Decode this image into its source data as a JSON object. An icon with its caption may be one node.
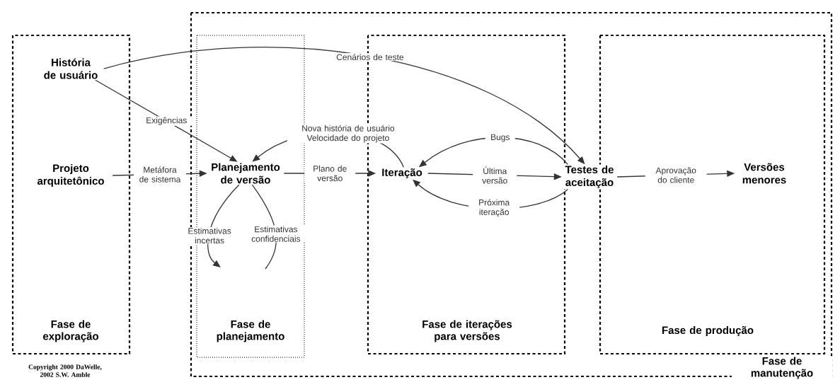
{
  "diagram": {
    "nodes": [
      {
        "text": [
          "Fase de manutenção"
        ]
      },
      {
        "text": [
          "Fase de exploração"
        ]
      },
      {
        "text": [
          "Fase de planejamento"
        ],
        "in": 0
      },
      {
        "text": [
          "Fase de iterações para versões"
        ],
        "in": 0
      },
      {
        "text": [
          "Fase de produção"
        ],
        "in": 0
      },
      {
        "text": [
          "História de usuário"
        ],
        "in": 1
      },
      {
        "text": [
          "Projeto arquitetônico"
        ],
        "in": 1
      },
      {
        "text": [
          "Planejamento de versão"
        ],
        "in": 2
      },
      {
        "text": [
          "Iteração"
        ],
        "in": 3
      },
      {
        "text": [
          "Testes de aceitação"
        ],
        "in": 0
      },
      {
        "text": [
          "Versões menores"
        ],
        "in": 4
      }
    ],
    "edges": [
      {
        "from": 5,
        "to": 9,
        "arrow": "to",
        "label": "Cenários de teste"
      },
      {
        "from": 5,
        "to": 7,
        "arrow": "to",
        "label": "Exigências"
      },
      {
        "from": 6,
        "to": 7,
        "arrow": "to",
        "label": "Metáfora de sistema"
      },
      {
        "from": 7,
        "to": 8,
        "arrow": "to",
        "label": "Plano de versão"
      },
      {
        "from": 8,
        "to": 7,
        "arrow": "to",
        "label": "Nova história de usuário Velocidade do projeto"
      },
      {
        "from": 8,
        "to": 9,
        "arrow": "to",
        "label": "Última versão"
      },
      {
        "from": 9,
        "to": 8,
        "arrow": "to",
        "label": "Bugs"
      },
      {
        "from": 9,
        "to": 8,
        "arrow": "to",
        "label": "Próxima iteração"
      },
      {
        "from": 9,
        "to": 10,
        "arrow": "to",
        "label": "Aprovação do cliente"
      },
      {
        "from": 7,
        "to": null,
        "arrow": "to",
        "label": "Estimativas incertas"
      },
      {
        "from": null,
        "to": 7,
        "arrow": "none",
        "label": "Estimativas confidenciais"
      }
    ],
    "labels": [
      "Copyright 2000 DaWelle, 2002 S.W. Amble"
    ]
  }
}
